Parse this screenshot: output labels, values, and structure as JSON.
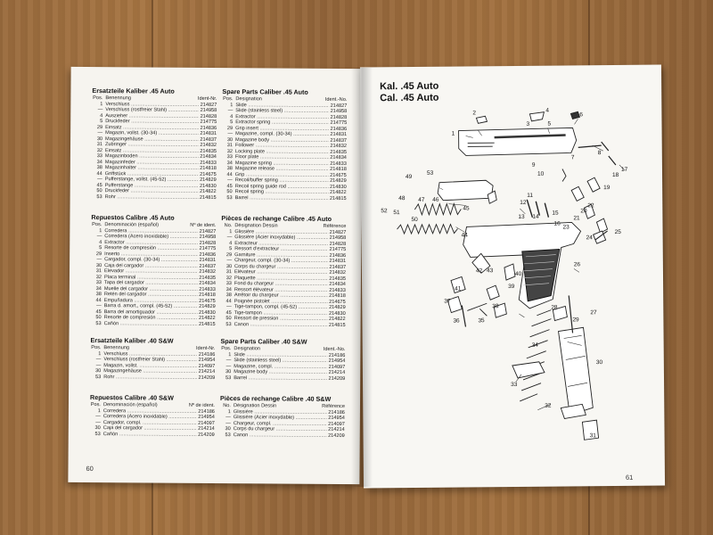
{
  "left_page": {
    "page_number": "60",
    "sections": [
      {
        "title": "Ersatzteile Kaliber .45 Auto",
        "col_pos": "Pos.",
        "col_name": "Benennung",
        "col_id": "Ident-Nr.",
        "rows": [
          [
            "1",
            "Verschluss",
            "214827"
          ],
          [
            "—",
            "Verschluss (rostfreier Stahl)",
            "214958"
          ],
          [
            "4",
            "Auszieher",
            "214828"
          ],
          [
            "5",
            "Druckfeder",
            "214775"
          ],
          [
            "29",
            "Einsatz",
            "214836"
          ],
          [
            "—",
            "Magazin, vollst. (30-34)",
            "214831"
          ],
          [
            "30",
            "Magazingehäuse",
            "214837"
          ],
          [
            "31",
            "Zubringer",
            "214832"
          ],
          [
            "32",
            "Einsatz",
            "214835"
          ],
          [
            "33",
            "Magazinboden",
            "214834"
          ],
          [
            "34",
            "Magazinfeder",
            "214833"
          ],
          [
            "38",
            "Magazinhalter",
            "214818"
          ],
          [
            "44",
            "Griffstück",
            "214675"
          ],
          [
            "—",
            "Pufferstange, vollst. (45-52)",
            "214829"
          ],
          [
            "45",
            "Pufferstange",
            "214830"
          ],
          [
            "50",
            "Druckfeder",
            "214822"
          ],
          [
            "53",
            "Rohr",
            "214815"
          ]
        ]
      },
      {
        "title": "Repuestos Calibre .45 Auto",
        "col_pos": "Pos.",
        "col_name": "Denominación (español)",
        "col_id": "Nº de ident.",
        "rows": [
          [
            "1",
            "Corredera",
            "214827"
          ],
          [
            "—",
            "Corredera (Acero inoxidable)",
            "214958"
          ],
          [
            "4",
            "Extractor",
            "214828"
          ],
          [
            "5",
            "Resorte de compresión",
            "214775"
          ],
          [
            "29",
            "Inserto",
            "214836"
          ],
          [
            "—",
            "Cargador, compl. (30-34)",
            "214831"
          ],
          [
            "30",
            "Caja del cargador",
            "214837"
          ],
          [
            "31",
            "Elevador",
            "214832"
          ],
          [
            "32",
            "Placa terminal",
            "214835"
          ],
          [
            "33",
            "Tapa del cargador",
            "214834"
          ],
          [
            "34",
            "Muelle del cargador",
            "214833"
          ],
          [
            "38",
            "Retén del cargador",
            "214818"
          ],
          [
            "44",
            "Empuñadura",
            "214675"
          ],
          [
            "—",
            "Barra d. amort., compl. (45-52)",
            "214829"
          ],
          [
            "45",
            "Barra del amortiguador",
            "214830"
          ],
          [
            "50",
            "Resorte de compresión",
            "214822"
          ],
          [
            "53",
            "Cañón",
            "214815"
          ]
        ]
      },
      {
        "title": "Ersatzteile Kaliber .40 S&W",
        "col_pos": "Pos.",
        "col_name": "Benennung",
        "col_id": "Ident-Nr.",
        "rows": [
          [
            "1",
            "Verschluss",
            "214186"
          ],
          [
            "—",
            "Verschluss (rostfreier Stahl)",
            "214954"
          ],
          [
            "—",
            "Magazin, vollst.",
            "214097"
          ],
          [
            "30",
            "Magazingehäuse",
            "214214"
          ],
          [
            "53",
            "Rohr",
            "214209"
          ]
        ]
      },
      {
        "title": "Repuestos Calibre .40 S&W",
        "col_pos": "Pos.",
        "col_name": "Denominación (español)",
        "col_id": "Nº de ident.",
        "rows": [
          [
            "1",
            "Corredera",
            "214186"
          ],
          [
            "—",
            "Corredera (Acero inoxidable)",
            "214954"
          ],
          [
            "—",
            "Cargador, compl.",
            "214097"
          ],
          [
            "30",
            "Caja del cargador",
            "214214"
          ],
          [
            "53",
            "Cañón",
            "214209"
          ]
        ]
      }
    ]
  },
  "middle_sections": [
    {
      "title": "Spare Parts Caliber .45 Auto",
      "col_pos": "Pos.",
      "col_name": "Designation",
      "col_id": "Ident.-No.",
      "rows": [
        [
          "1",
          "Slide",
          "214827"
        ],
        [
          "—",
          "Slide (stainless steel)",
          "214958"
        ],
        [
          "4",
          "Extractor",
          "214828"
        ],
        [
          "5",
          "Extractor spring",
          "214775"
        ],
        [
          "29",
          "Grip insert",
          "214836"
        ],
        [
          "—",
          "Magazine, compl. (30-34)",
          "214831"
        ],
        [
          "30",
          "Magazine body",
          "214837"
        ],
        [
          "31",
          "Follower",
          "214832"
        ],
        [
          "32",
          "Locking plate",
          "214835"
        ],
        [
          "33",
          "Floor plate",
          "214834"
        ],
        [
          "34",
          "Magazine spring",
          "214833"
        ],
        [
          "38",
          "Magazine release",
          "214818"
        ],
        [
          "44",
          "Grip",
          "214675"
        ],
        [
          "—",
          "Recoil/buffer spring",
          "214829"
        ],
        [
          "45",
          "Recoil spring guide rod",
          "214830"
        ],
        [
          "50",
          "Recoil spring",
          "214822"
        ],
        [
          "53",
          "Barrel",
          "214815"
        ]
      ]
    },
    {
      "title": "Pièces de rechange Calibre .45 Auto",
      "col_pos": "No.",
      "col_name": "Désignation Dessin",
      "col_id": "Référence",
      "rows": [
        [
          "1",
          "Glissière",
          "214827"
        ],
        [
          "—",
          "Glissière (Acier inoxydable)",
          "214958"
        ],
        [
          "4",
          "Extracteur",
          "214828"
        ],
        [
          "5",
          "Ressort d'extracteur",
          "214775"
        ],
        [
          "29",
          "Garniture",
          "214836"
        ],
        [
          "—",
          "Chargeur, compl. (30-34)",
          "214831"
        ],
        [
          "30",
          "Corps du chargeur",
          "214837"
        ],
        [
          "31",
          "Elévateur",
          "214832"
        ],
        [
          "32",
          "Plaquette",
          "214835"
        ],
        [
          "33",
          "Fond du chargeur",
          "214834"
        ],
        [
          "34",
          "Ressort élévateur",
          "214833"
        ],
        [
          "38",
          "Arrêtoir du chargeur",
          "214818"
        ],
        [
          "44",
          "Poignée pistolet",
          "214675"
        ],
        [
          "—",
          "Tige-tampon, compl. (45-52)",
          "214829"
        ],
        [
          "45",
          "Tige-tampon",
          "214830"
        ],
        [
          "50",
          "Ressort de pression",
          "214822"
        ],
        [
          "53",
          "Canon",
          "214815"
        ]
      ]
    },
    {
      "title": "Spare Parts Caliber .40 S&W",
      "col_pos": "Pos.",
      "col_name": "Designation",
      "col_id": "Ident.-No.",
      "rows": [
        [
          "1",
          "Slide",
          "214186"
        ],
        [
          "—",
          "Slide (stainless steel)",
          "214954"
        ],
        [
          "—",
          "Magazine, compl.",
          "214097"
        ],
        [
          "30",
          "Magazine body",
          "214214"
        ],
        [
          "53",
          "Barrel",
          "214209"
        ]
      ]
    },
    {
      "title": "Pièces de rechange Calibre .40 S&W",
      "col_pos": "No.",
      "col_name": "Désignation Dessin",
      "col_id": "Référence",
      "rows": [
        [
          "1",
          "Glissière",
          "214186"
        ],
        [
          "—",
          "Glissière (Acier inoxydable)",
          "214954"
        ],
        [
          "—",
          "Chargeur, compl.",
          "214097"
        ],
        [
          "30",
          "Corps du chargeur",
          "214214"
        ],
        [
          "53",
          "Canon",
          "214209"
        ]
      ]
    }
  ],
  "right_page": {
    "title_line1": "Kal. .45 Auto",
    "title_line2": "Cal. .45 Auto",
    "page_number": "61",
    "callouts": [
      "1",
      "2",
      "3",
      "4",
      "5",
      "6",
      "7",
      "8",
      "9",
      "10",
      "11",
      "12",
      "13",
      "14",
      "15",
      "16",
      "17",
      "18",
      "19",
      "20",
      "21",
      "22",
      "23",
      "24",
      "25",
      "26",
      "27",
      "28",
      "29",
      "30",
      "31",
      "32",
      "33",
      "34",
      "35",
      "36",
      "37",
      "38",
      "39",
      "40",
      "41",
      "42",
      "43",
      "44",
      "45",
      "46",
      "47",
      "48",
      "49",
      "50",
      "51",
      "52",
      "53"
    ]
  }
}
